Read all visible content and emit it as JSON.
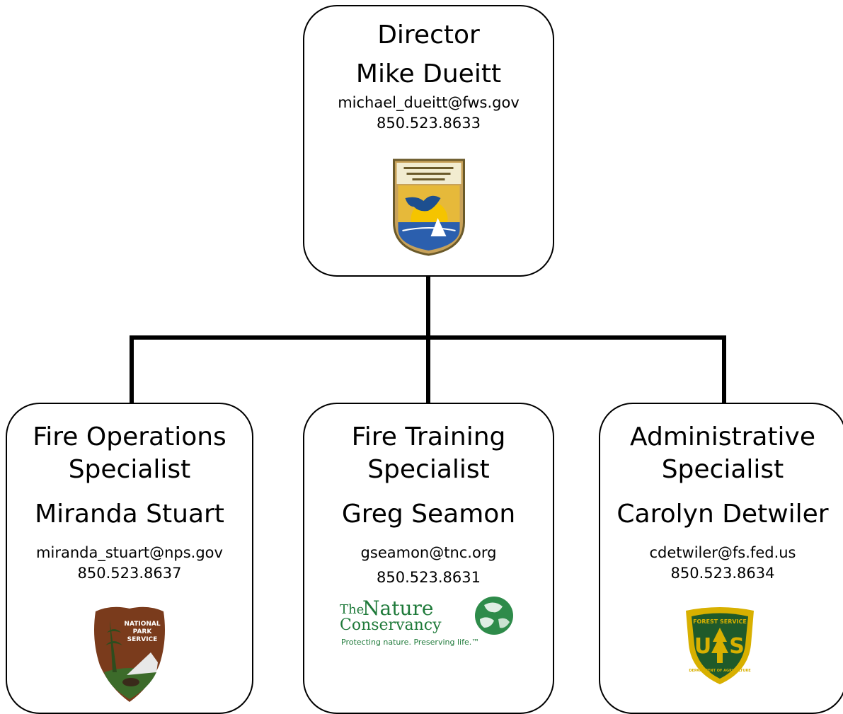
{
  "director": {
    "title": "Director",
    "name": "Mike Dueitt",
    "email": "michael_dueitt@fws.gov",
    "phone": "850.523.8633",
    "logo": "us-fish-wildlife-service-logo"
  },
  "staff": [
    {
      "title_line1": "Fire Operations",
      "title_line2": "Specialist",
      "name": "Miranda Stuart",
      "email": "miranda_stuart@nps.gov",
      "phone": "850.523.8637",
      "logo": "national-park-service-arrowhead-logo",
      "logo_text": [
        "NATIONAL",
        "PARK",
        "SERVICE"
      ]
    },
    {
      "title_line1": "Fire Training",
      "title_line2": "Specialist",
      "name": "Greg Seamon",
      "email": "gseamon@tnc.org",
      "phone": "850.523.8631",
      "logo": "nature-conservancy-logo",
      "logo_text": [
        "The",
        "Nature",
        "Conservancy",
        "Protecting nature. Preserving life.™"
      ]
    },
    {
      "title_line1": "Administrative",
      "title_line2": "Specialist",
      "name": "Carolyn Detwiler",
      "email": "cdetwiler@fs.fed.us",
      "phone": "850.523.8634",
      "logo": "us-forest-service-shield-logo",
      "logo_text": [
        "FOREST SERVICE",
        "U",
        "S",
        "DEPARTMENT OF AGRICULTURE"
      ]
    }
  ],
  "colors": {
    "nps_brown": "#7a3b1c",
    "nps_green": "#3c6b2a",
    "tnc_green": "#1f7a3a",
    "usfs_green": "#1f5a2a",
    "usfs_gold": "#d8b000",
    "fws_gold": "#d4a93a",
    "fws_blue": "#2b5fae"
  }
}
